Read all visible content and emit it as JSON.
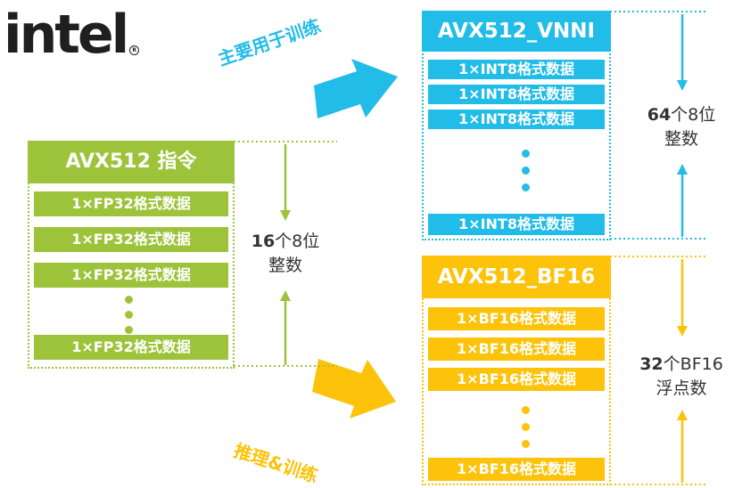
{
  "logo": {
    "text": "intel",
    "mark": "R"
  },
  "left_block": {
    "title": "AVX512 指令",
    "rows": [
      "1×FP32格式数据",
      "1×FP32格式数据",
      "1×FP32格式数据",
      "1×FP32格式数据"
    ],
    "count_number": "16",
    "count_unit": "个8位",
    "count_line2": "整数",
    "color": "#9dc33b"
  },
  "top_right_block": {
    "title": "AVX512_VNNI",
    "rows": [
      "1×INT8格式数据",
      "1×INT8格式数据",
      "1×INT8格式数据",
      "1×INT8格式数据"
    ],
    "count_number": "64",
    "count_unit": "个8位",
    "count_line2": "整数",
    "color": "#22bce8"
  },
  "bottom_right_block": {
    "title": "AVX512_BF16",
    "rows": [
      "1×BF16格式数据",
      "1×BF16格式数据",
      "1×BF16格式数据",
      "1×BF16格式数据"
    ],
    "count_number": "32",
    "count_unit": "个BF16",
    "count_line2": "浮点数",
    "color": "#fcc30a"
  },
  "arrows": {
    "top_label": "主要用于训练",
    "bottom_label": "推理&训练"
  }
}
